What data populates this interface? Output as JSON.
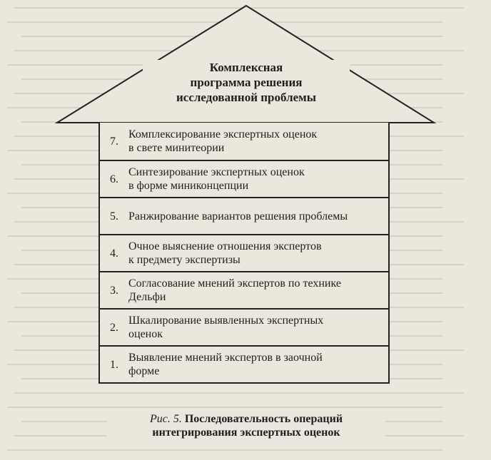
{
  "roof": {
    "title": "Комплексная\nпрограмма решения\nисследованной проблемы"
  },
  "steps": [
    {
      "number": "7.",
      "text": "Комплексирование экспертных оценок\nв свете минитеории"
    },
    {
      "number": "6.",
      "text": "Синтезирование экспертных оценок\nв форме миниконцепции"
    },
    {
      "number": "5.",
      "text": "Ранжирование вариантов решения проблемы"
    },
    {
      "number": "4.",
      "text": "Очное выяснение отношения экспертов\nк предмету экспертизы"
    },
    {
      "number": "3.",
      "text": "Согласование мнений экспертов по технике\nДельфи"
    },
    {
      "number": "2.",
      "text": "Шкалирование выявленных экспертных\nоценок"
    },
    {
      "number": "1.",
      "text": "Выявление мнений экспертов в заочной\nформе"
    }
  ],
  "caption": {
    "label": "Рис. 5.",
    "text": "Последовательность операций\nинтегрирования экспертных оценок"
  }
}
